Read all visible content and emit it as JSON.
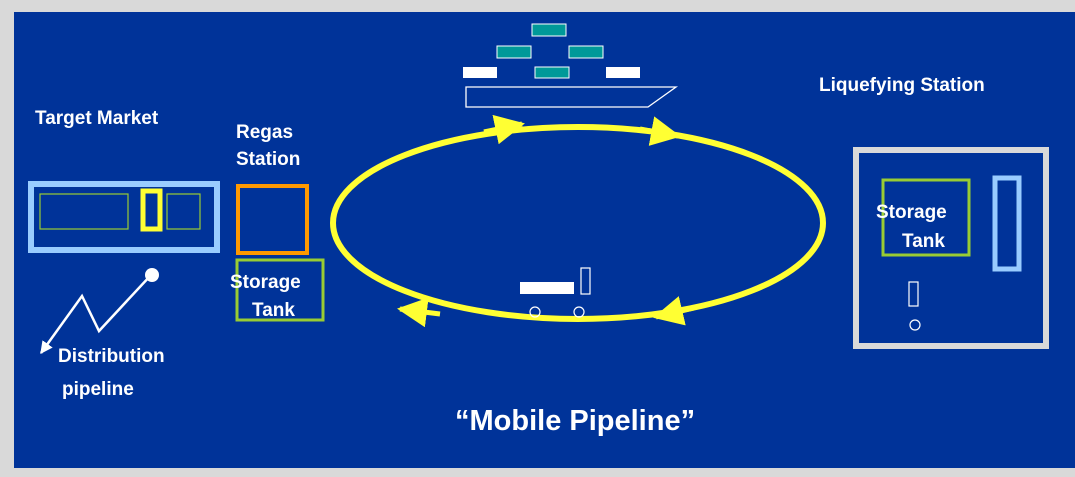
{
  "diagram": {
    "target_market_label": "Target Market",
    "regas_station_line1": "Regas",
    "regas_station_line2": "Station",
    "regas_storage_line1": "Storage",
    "regas_storage_line2": "Tank",
    "distribution_line1": "Distribution",
    "distribution_line2": "pipeline",
    "liquefying_station_label": "Liquefying Station",
    "liq_storage_line1": "Storage",
    "liq_storage_line2": "Tank",
    "mobile_pipeline_label": "“Mobile Pipeline”"
  },
  "colors": {
    "background": "#003399",
    "frame": "#d9d9d9",
    "loop": "#ffff33",
    "regas_box": "#ff9900",
    "storage_box": "#99cc33",
    "market_box": "#99ccff",
    "container": "#009999",
    "text": "#ffffff"
  }
}
